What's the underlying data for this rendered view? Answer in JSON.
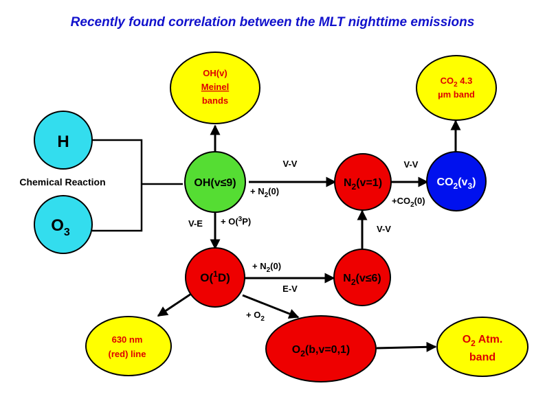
{
  "title": "Recently found correlation between the MLT nighttime emissions",
  "colors": {
    "yellow": "#ffff00",
    "cyan": "#33ddee",
    "green": "#55dd33",
    "red": "#ee0000",
    "blue": "#0011ee",
    "title_blue": "#1111cc",
    "label_red": "#dd0000"
  },
  "nodes": {
    "h": "H",
    "o3": {
      "base": "O",
      "sub": "3"
    },
    "oh_v9": "OH(v≤9)",
    "oh_meinel": {
      "line1": "OH(v)",
      "line2": "Meinel",
      "line3": "bands"
    },
    "n2_v1": {
      "base": "N",
      "sub": "2",
      "rest": "(v=1)"
    },
    "co2_v3": {
      "base": "CO",
      "sub": "2",
      "open": "(v",
      "sub2": "3",
      "close": ")"
    },
    "co2_band": {
      "line1_base": "CO",
      "line1_sub": "2",
      "line1_rest": " 4.3",
      "line2": "µm band"
    },
    "o1d": {
      "open": "O(",
      "sup": "1",
      "rest": "D)"
    },
    "n2_v6": {
      "base": "N",
      "sub": "2",
      "rest": "(v≤6)"
    },
    "red_line": {
      "line1": "630 nm",
      "line2": "(red)  line"
    },
    "o2_bv": {
      "base": "O",
      "sub": "2",
      "rest": "(b,v=0,1)"
    },
    "o2_atm": {
      "line1_base": "O",
      "line1_sub": "2",
      "line1_rest": " Atm.",
      "line2": "band"
    }
  },
  "labels": {
    "chemical_reaction": "Chemical Reaction",
    "vv_top_left": "V-V",
    "n2_0_top": {
      "pre": "+ N",
      "sub": "2",
      "post": "(0)"
    },
    "vv_top_right": "V-V",
    "co2_0": {
      "pre": "+CO",
      "sub": "2",
      "post": "(0)"
    },
    "ve": "V-E",
    "o3p": {
      "pre": "+ O(",
      "sup": "3",
      "post": "P)"
    },
    "vv_vertical": "V-V",
    "n2_0_mid": {
      "pre": "+ N",
      "sub": "2",
      "post": "(0)"
    },
    "ev": "E-V",
    "plus_o2": {
      "pre": "+ O",
      "sub": "2"
    }
  }
}
